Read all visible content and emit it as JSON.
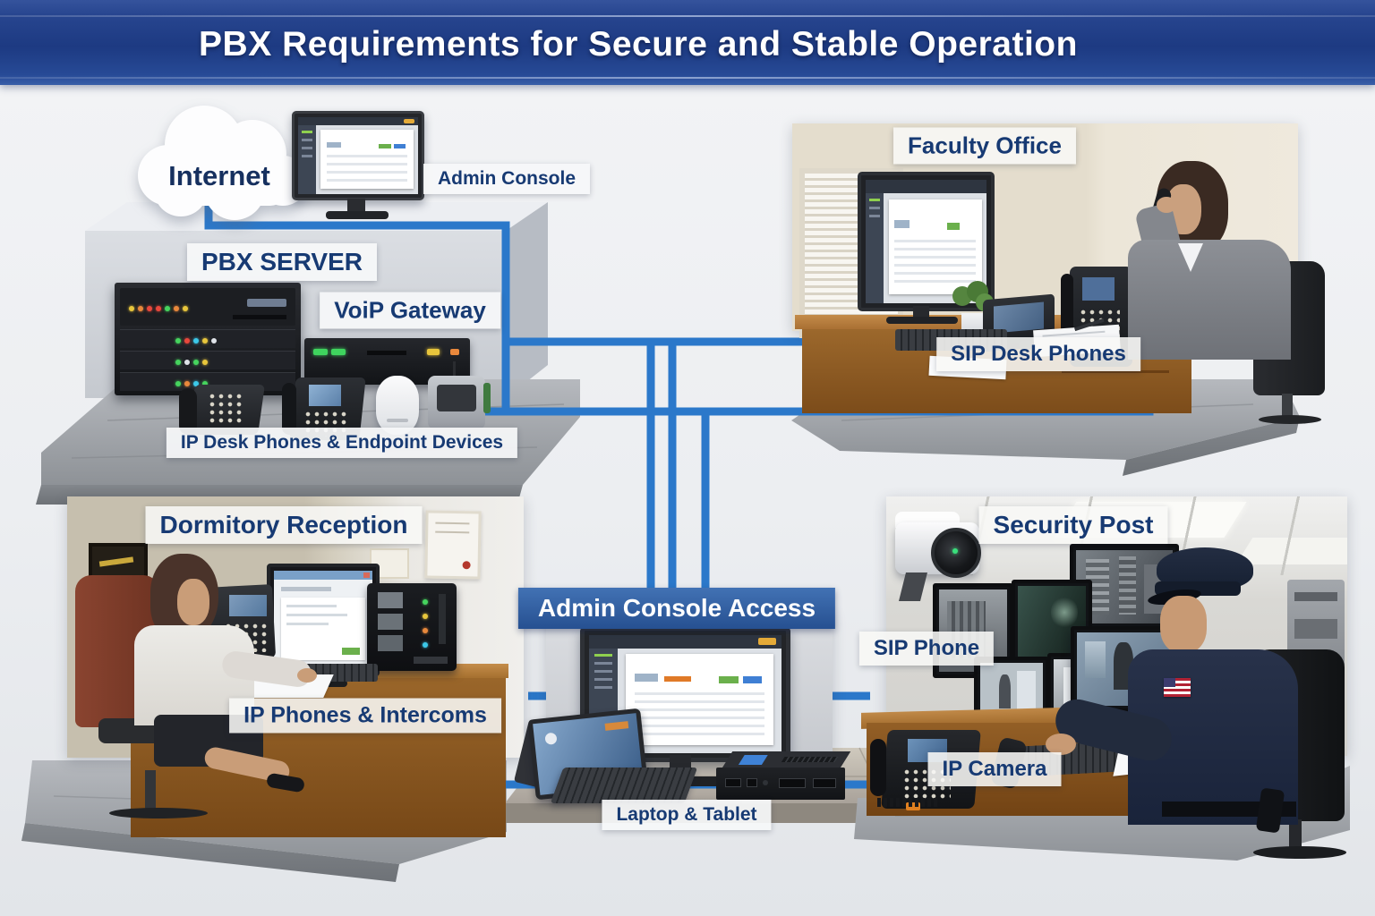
{
  "title": "PBX Requirements for Secure and Stable Operation",
  "colors": {
    "banner": "#1e3f8c",
    "wire": "#2b78ca",
    "label": "#173a73"
  },
  "core": {
    "internet": "Internet",
    "admin_console": "Admin Console",
    "pbx_server": "PBX SERVER",
    "voip_gateway": "VoiP Gateway",
    "endpoints": "IP Desk Phones & Endpoint Devices"
  },
  "faculty": {
    "title": "Faculty Office",
    "devices": "SIP Desk Phones"
  },
  "dormitory": {
    "title": "Dormitory Reception",
    "devices": "IP Phones & Intercoms"
  },
  "admin_access": {
    "title": "Admin Console Access",
    "devices": "Laptop & Tablet"
  },
  "security": {
    "title": "Security Post",
    "phone": "SIP Phone",
    "camera": "IP Camera"
  }
}
